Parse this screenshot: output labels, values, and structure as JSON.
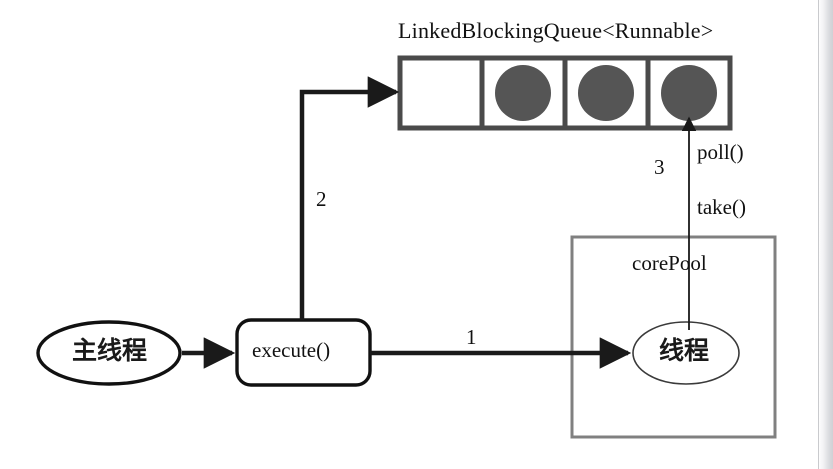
{
  "diagram": {
    "title_text": "LinkedBlockingQueue<Runnable>",
    "queue": {
      "name": "LinkedBlockingQueue<Runnable>",
      "cells": [
        {
          "index": 1,
          "filled": false
        },
        {
          "index": 2,
          "filled": true
        },
        {
          "index": 3,
          "filled": true
        },
        {
          "index": 4,
          "filled": true
        }
      ],
      "cell_fill_color": "#555555",
      "border_color": "#4a4a4a"
    },
    "nodes": {
      "main_thread": "主线程",
      "execute": "execute()",
      "core_pool": "corePool",
      "worker_thread": "线程"
    },
    "edges": {
      "step1": "1",
      "step2": "2",
      "step3": "3"
    },
    "annotations": {
      "poll": "poll()",
      "take": "take()"
    },
    "colors": {
      "ink": "#111111",
      "queue_border": "#4a4a4a",
      "queue_item": "#555555",
      "pool_border": "#808080",
      "arrow": "#1a1a1a",
      "page_edge": "#cfd0d4"
    }
  }
}
